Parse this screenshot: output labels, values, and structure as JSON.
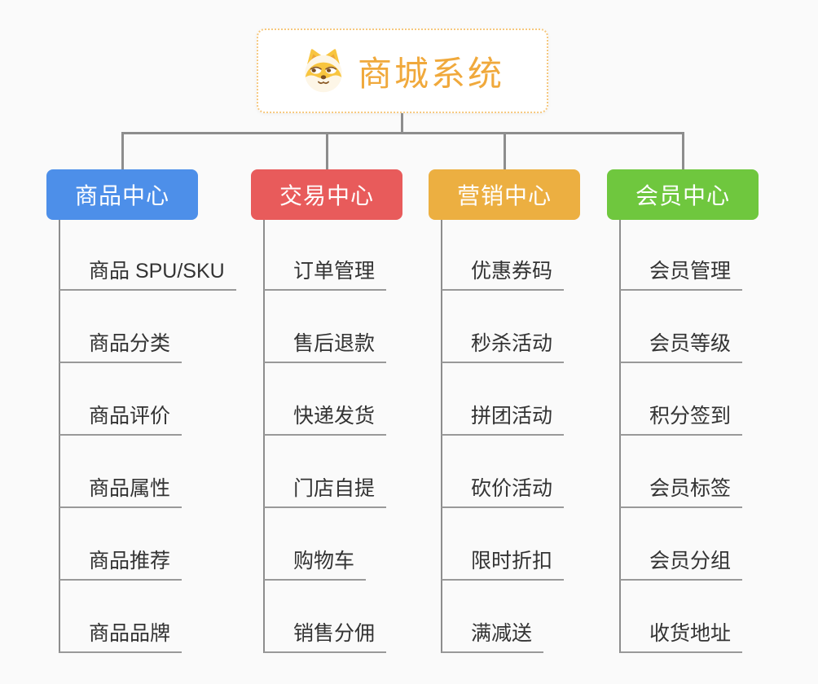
{
  "root": {
    "title": "商城系统",
    "icon": "dog-face-icon",
    "title_color": "#f0a93c",
    "border_color": "#f6c87e"
  },
  "colors": {
    "background": "#fafafa",
    "connector": "#8d8d8d",
    "leaf_underline": "#999999",
    "leaf_text": "#333333"
  },
  "branches": [
    {
      "id": "product-center",
      "label": "商品中心",
      "color": "#4d8fe9",
      "children": [
        "商品 SPU/SKU",
        "商品分类",
        "商品评价",
        "商品属性",
        "商品推荐",
        "商品品牌"
      ]
    },
    {
      "id": "trade-center",
      "label": "交易中心",
      "color": "#e85b5b",
      "children": [
        "订单管理",
        "售后退款",
        "快递发货",
        "门店自提",
        "购物车",
        "销售分佣"
      ]
    },
    {
      "id": "marketing-center",
      "label": "营销中心",
      "color": "#ecaf41",
      "children": [
        "优惠券码",
        "秒杀活动",
        "拼团活动",
        "砍价活动",
        "限时折扣",
        "满减送"
      ]
    },
    {
      "id": "member-center",
      "label": "会员中心",
      "color": "#6fc73e",
      "children": [
        "会员管理",
        "会员等级",
        "积分签到",
        "会员标签",
        "会员分组",
        "收货地址"
      ]
    }
  ]
}
